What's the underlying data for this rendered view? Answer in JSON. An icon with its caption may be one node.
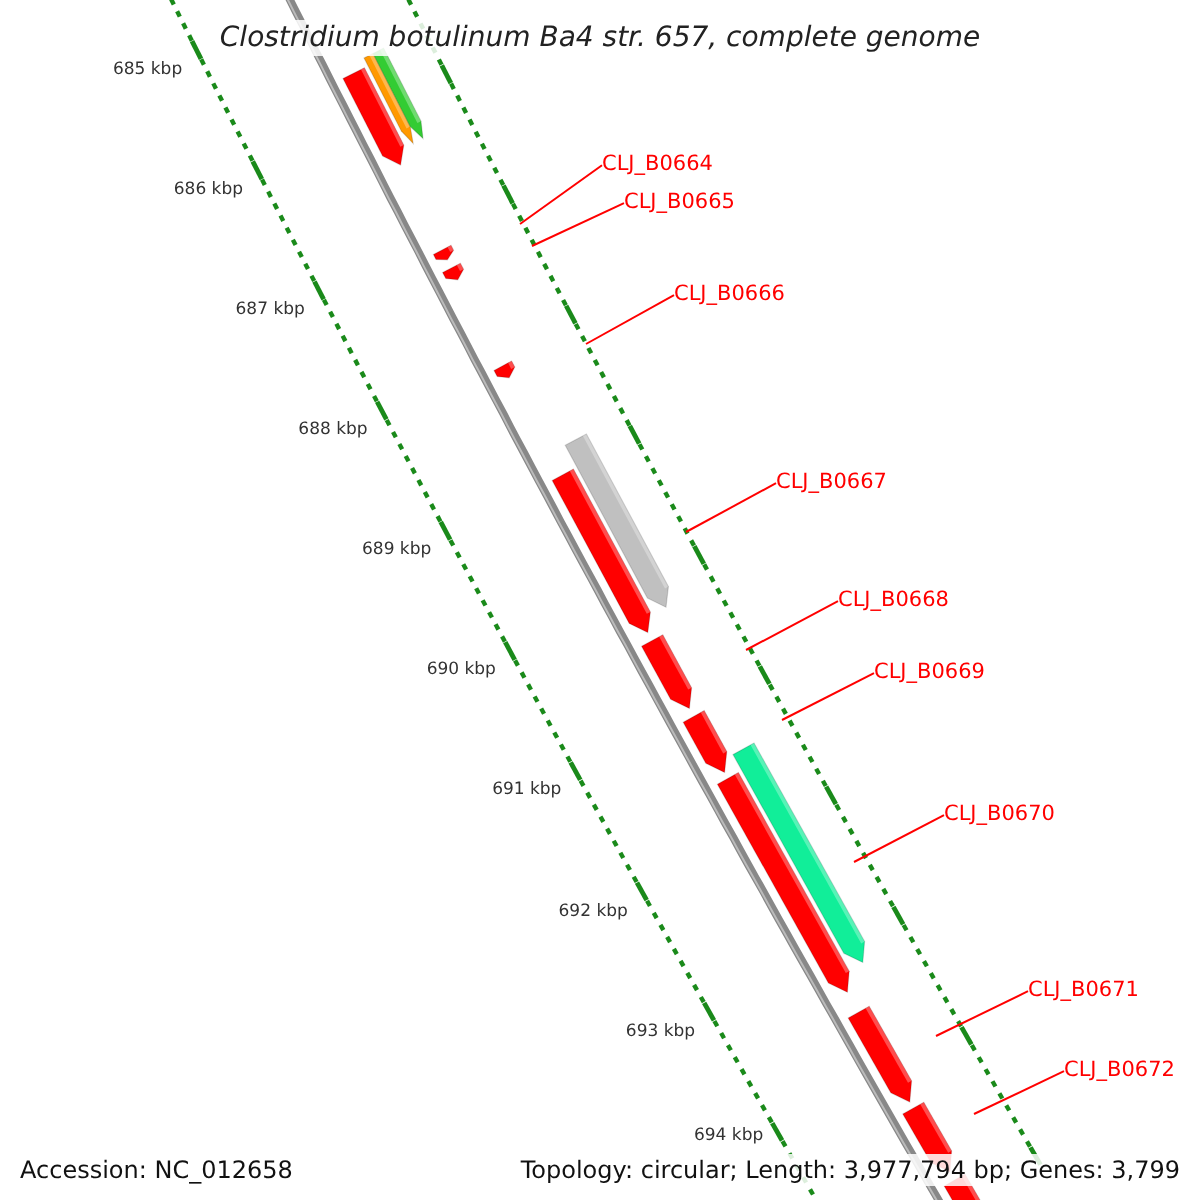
{
  "diagram": {
    "title": "Clostridium botulinum Ba4 str. 657, complete genome",
    "nodes": [
      {
        "text": [
          "CLJ_B0664"
        ]
      },
      {
        "text": [
          "CLJ_B0665"
        ]
      },
      {
        "text": [
          "CLJ_B0666"
        ]
      },
      {
        "text": [
          "CLJ_B0667"
        ]
      },
      {
        "text": [
          "CLJ_B0668"
        ]
      },
      {
        "text": [
          "CLJ_B0669"
        ]
      },
      {
        "text": [
          "CLJ_B0670"
        ]
      },
      {
        "text": [
          "CLJ_B0671"
        ]
      },
      {
        "text": [
          "CLJ_B0672"
        ]
      }
    ],
    "edges": [
      {
        "from": 0,
        "to": null,
        "arrow": "none"
      },
      {
        "from": 1,
        "to": null,
        "arrow": "none"
      },
      {
        "from": 2,
        "to": null,
        "arrow": "none"
      },
      {
        "from": 3,
        "to": null,
        "arrow": "none"
      },
      {
        "from": 4,
        "to": null,
        "arrow": "none"
      },
      {
        "from": 5,
        "to": null,
        "arrow": "none"
      },
      {
        "from": 6,
        "to": null,
        "arrow": "none"
      },
      {
        "from": 7,
        "to": null,
        "arrow": "none"
      },
      {
        "from": 8,
        "to": null,
        "arrow": "none"
      }
    ],
    "labels": [
      "685 kbp",
      "686 kbp",
      "687 kbp",
      "688 kbp",
      "689 kbp",
      "690 kbp",
      "691 kbp",
      "692 kbp",
      "693 kbp",
      "694 kbp",
      "Accession: NC_012658",
      "Topology: circular; Length: 3,977,794 bp; Genes: 3,799"
    ]
  }
}
